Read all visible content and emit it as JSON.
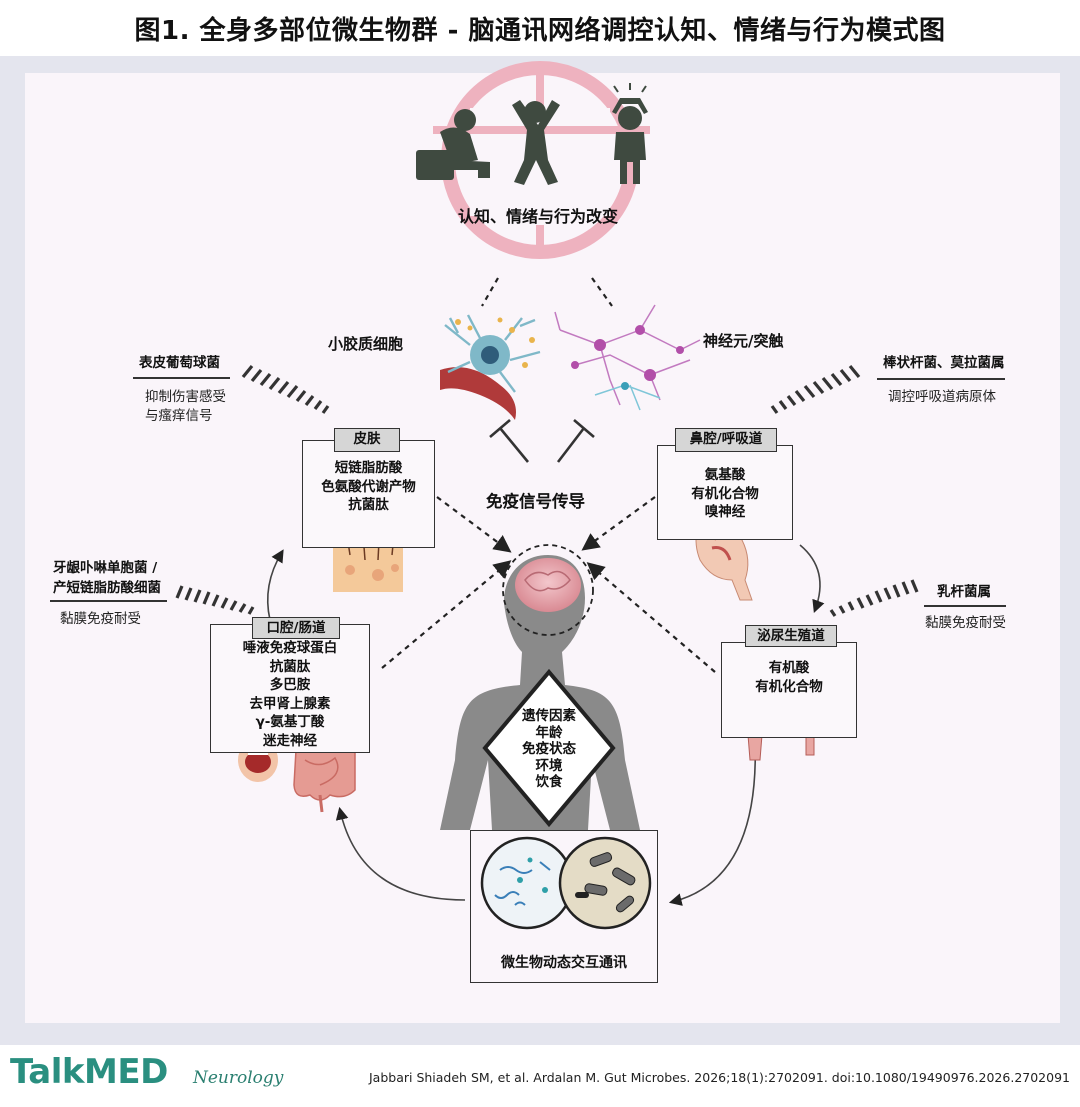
{
  "title": "图1. 全身多部位微生物群 - 脑通讯网络调控认知、情绪与行为模式图",
  "top_label": "认知、情绪与行为改变",
  "microglia_label": "小胶质细胞",
  "neuron_label": "神经元/突触",
  "immune_label": "免疫信号传导",
  "skin": {
    "header": "皮肤",
    "items": [
      "短链脂肪酸",
      "色氨酸代谢产物",
      "抗菌肽"
    ],
    "bacteria": "表皮葡萄球菌",
    "effects": [
      "抑制伤害感受",
      "与瘙痒信号"
    ]
  },
  "nasal": {
    "header": "鼻腔/呼吸道",
    "items": [
      "氨基酸",
      "有机化合物",
      "嗅神经"
    ],
    "bacteria": "棒状杆菌、莫拉菌属",
    "effects": [
      "调控呼吸道病原体"
    ]
  },
  "oral": {
    "header": "口腔/肠道",
    "items": [
      "唾液免疫球蛋白",
      "抗菌肽",
      "多巴胺",
      "去甲肾上腺素",
      "γ-氨基丁酸",
      "迷走神经"
    ],
    "bacteria": [
      "牙龈卟啉单胞菌 /",
      "产短链脂肪酸细菌"
    ],
    "effects": [
      "黏膜免疫耐受"
    ]
  },
  "urogenital": {
    "header": "泌尿生殖道",
    "items": [
      "有机酸",
      "有机化合物"
    ],
    "bacteria": "乳杆菌属",
    "effects": [
      "黏膜免疫耐受"
    ]
  },
  "host_factors": [
    "遗传因素",
    "年龄",
    "免疫状态",
    "环境",
    "饮食"
  ],
  "microbe_label": "微生物动态交互通讯",
  "footer": {
    "logo": "TalkMED",
    "section": "Neurology",
    "citation": "Jabbari Shiadeh SM, et al. Ardalan M. Gut Microbes. 2026;18(1):2702091. doi:10.1080/19490976.2026.2702091"
  },
  "colors": {
    "figure_dark": "#3f4a40",
    "target_pink": "#eeb2bf",
    "body_gray": "#8a8a8a",
    "logo_teal": "#2a8f80",
    "panel_bg": "#faf5fa",
    "header_gray": "#d6d6d6"
  }
}
